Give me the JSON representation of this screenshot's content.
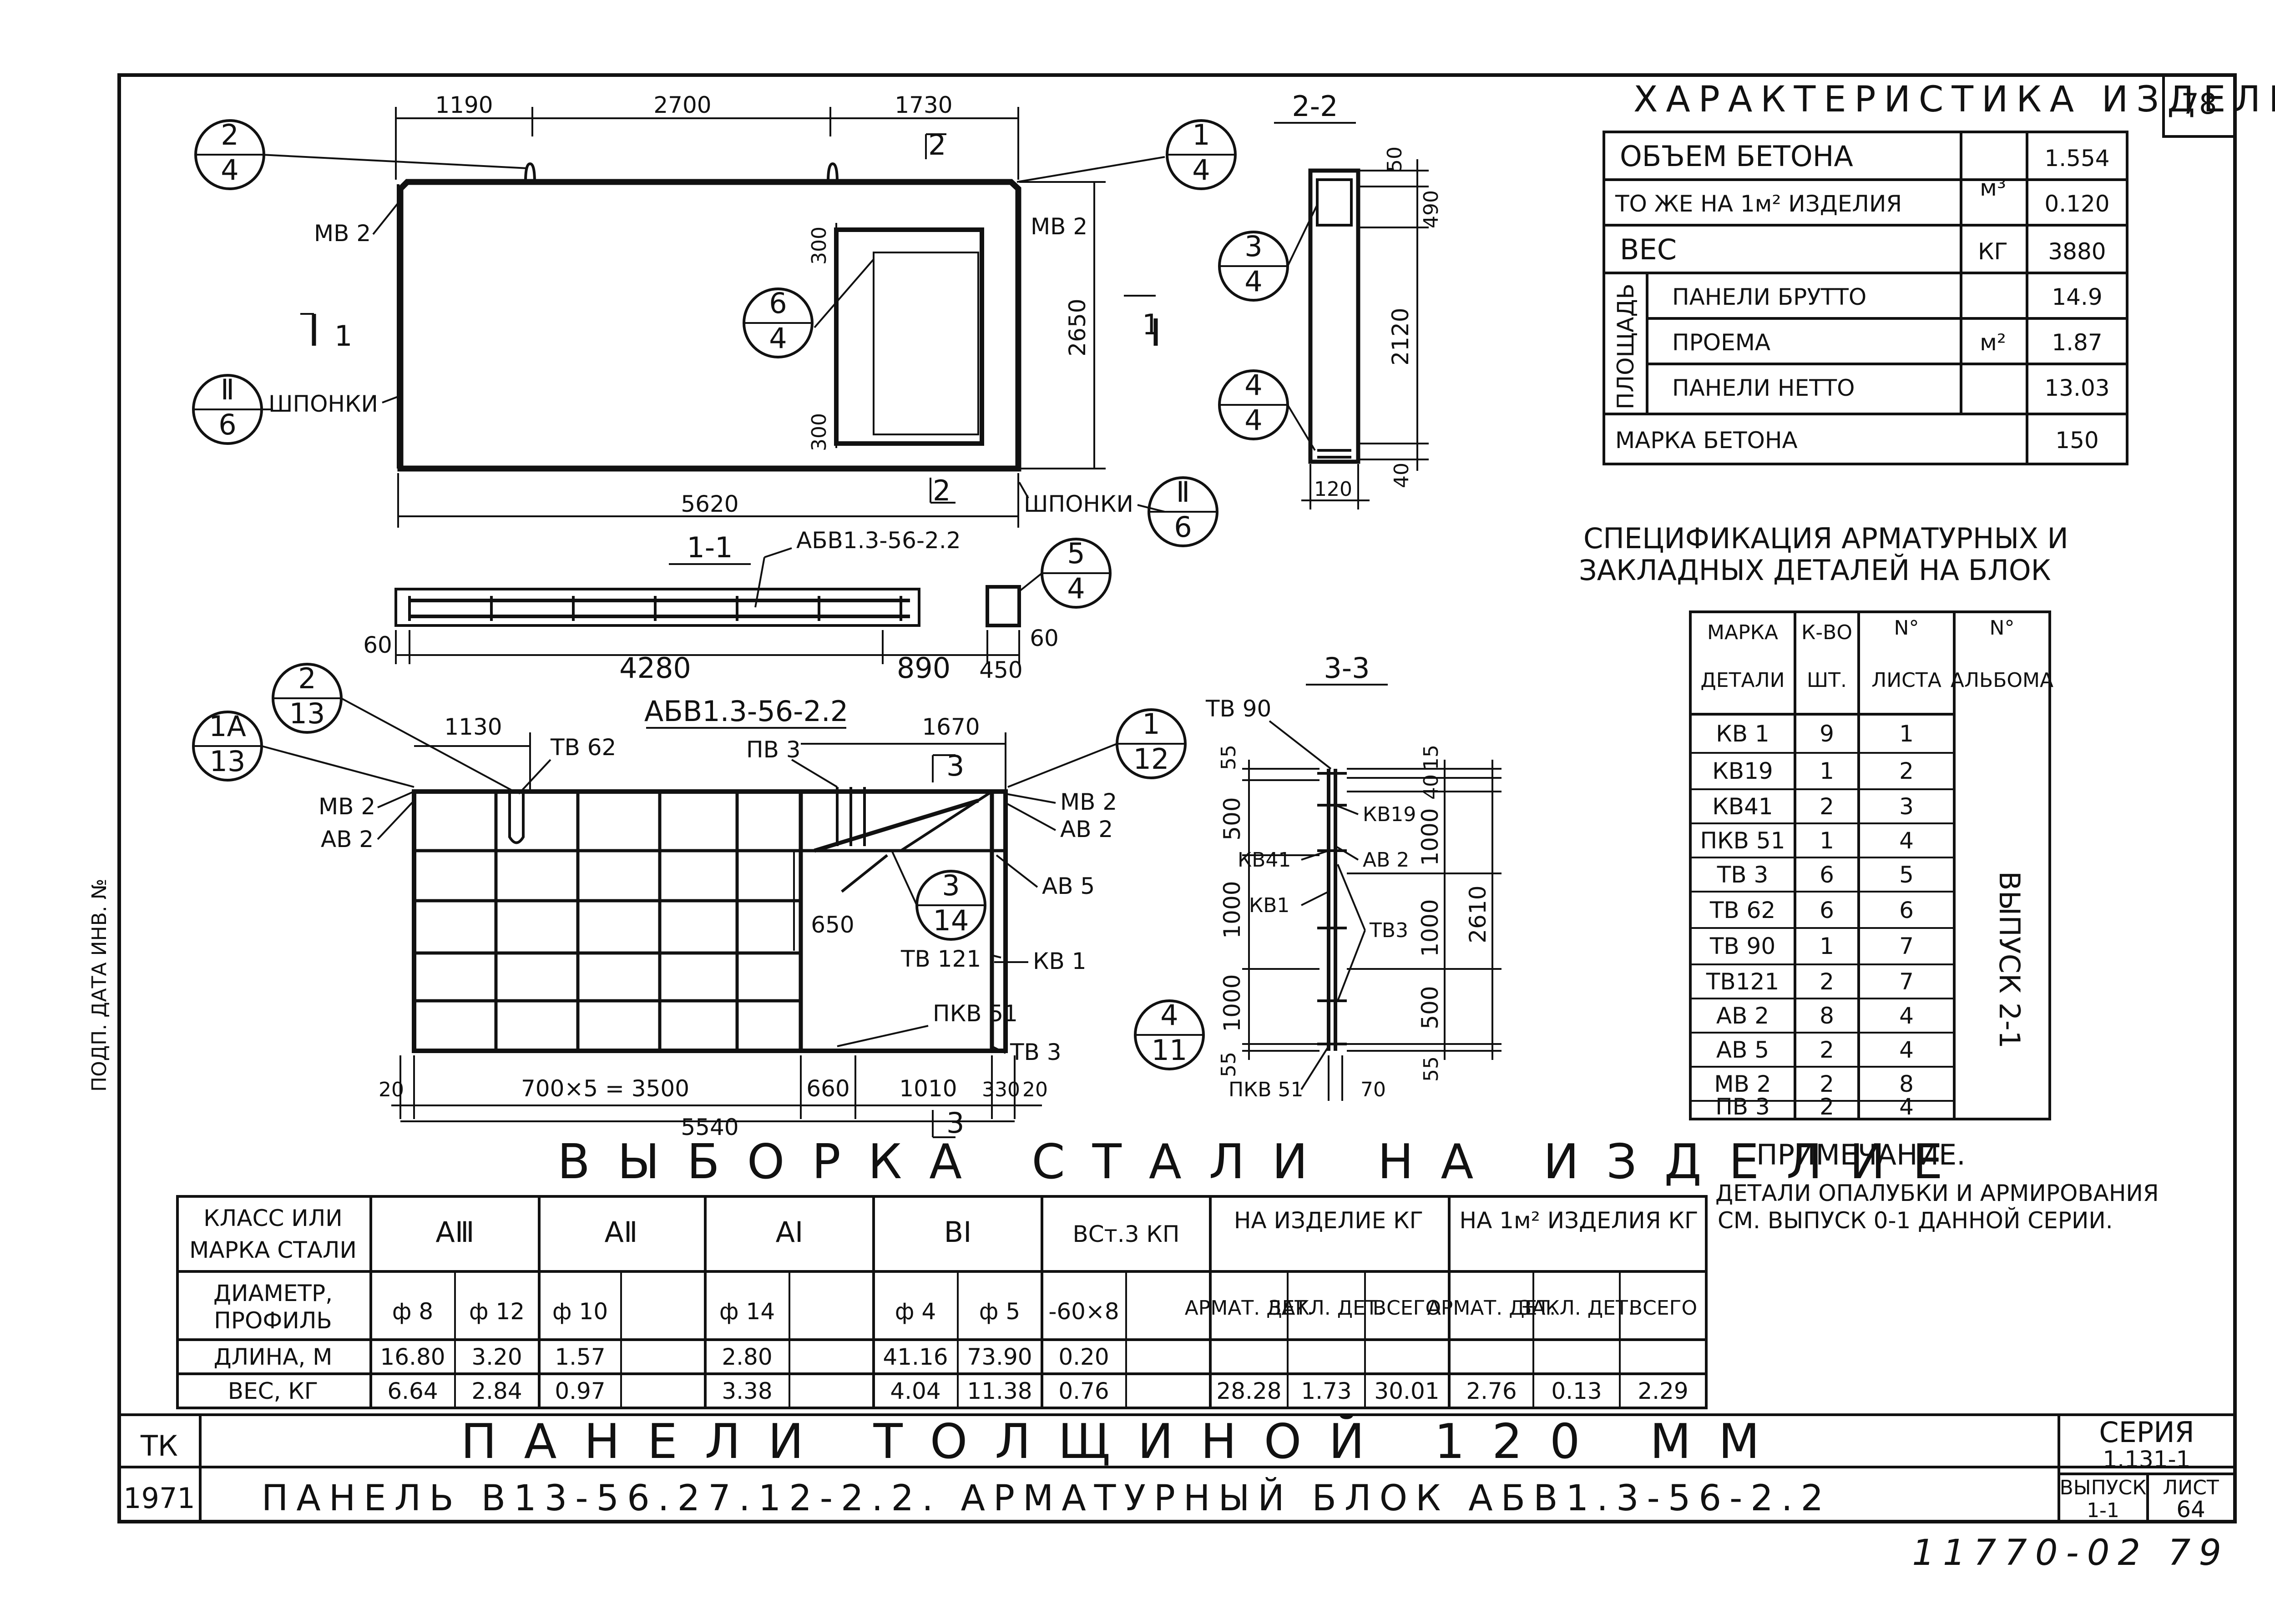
{
  "sheet": {
    "page_number": "78",
    "hand_number": "11770-02 79",
    "margin_text": "ПОДП. ДАТА ИНВ. №",
    "title_block": {
      "tk": "ТК",
      "year": "1971",
      "title_main": "ПАНЕЛИ ТОЛЩИНОЙ 120 ММ",
      "title_sub": "ПАНЕЛЬ В13-56.27.12-2.2. АРМАТУРНЫЙ БЛОК АБВ1.3-56-2.2",
      "series_label": "СЕРИЯ",
      "series_value": "1.131-1",
      "issue_label": "ВЫПУСК",
      "issue_value": "1-1",
      "sheet_label": "ЛИСТ",
      "sheet_value": "64"
    }
  },
  "characteristics": {
    "title": "ХАРАКТЕРИСТИКА ИЗДЕЛИЯ",
    "rows": [
      {
        "label": "ОБЪЕМ БЕТОНА",
        "unit": "м³",
        "value": "1.554"
      },
      {
        "label": "ТО ЖЕ НА 1м² ИЗДЕЛИЯ",
        "unit": "",
        "value": "0.120"
      },
      {
        "label": "ВЕС",
        "unit": "КГ",
        "value": "3880"
      },
      {
        "label": "ПАНЕЛИ БРУТТО",
        "unit": "",
        "value": "14.9"
      },
      {
        "label": "ПРОЕМА",
        "unit": "м²",
        "value": "1.87"
      },
      {
        "label": "ПАНЕЛИ НЕТТО",
        "unit": "",
        "value": "13.03"
      },
      {
        "label": "МАРКА БЕТОНА",
        "unit": "",
        "value": "150"
      }
    ],
    "area_group_label": "ПЛОЩАДЬ"
  },
  "spec": {
    "title_line1": "СПЕЦИФИКАЦИЯ АРМАТУРНЫХ И",
    "title_line2": "ЗАКЛАДНЫХ ДЕТАЛЕЙ НА БЛОК",
    "headers": {
      "mark1": "МАРКА",
      "mark2": "ДЕТАЛИ",
      "qty1": "К-ВО",
      "qty2": "ШТ.",
      "sheet1": "N°",
      "sheet2": "ЛИСТА",
      "album1": "N°",
      "album2": "АЛЬБОМА"
    },
    "album_value": "ВЫПУСК 2-1",
    "rows": [
      {
        "mark": "КВ 1",
        "qty": "9",
        "sheet": "1"
      },
      {
        "mark": "КВ19",
        "qty": "1",
        "sheet": "2"
      },
      {
        "mark": "КВ41",
        "qty": "2",
        "sheet": "3"
      },
      {
        "mark": "ПКВ 51",
        "qty": "1",
        "sheet": "4"
      },
      {
        "mark": "ТВ 3",
        "qty": "6",
        "sheet": "5"
      },
      {
        "mark": "ТВ 62",
        "qty": "6",
        "sheet": "6"
      },
      {
        "mark": "ТВ 90",
        "qty": "1",
        "sheet": "7"
      },
      {
        "mark": "ТВ121",
        "qty": "2",
        "sheet": "7"
      },
      {
        "mark": "АВ 2",
        "qty": "8",
        "sheet": "4"
      },
      {
        "mark": "АВ 5",
        "qty": "2",
        "sheet": "4"
      },
      {
        "mark": "МВ 2",
        "qty": "2",
        "sheet": "8"
      },
      {
        "mark": "ПВ 3",
        "qty": "2",
        "sheet": "4"
      }
    ]
  },
  "note": {
    "title": "ПРИМЕЧАНИЕ.",
    "line1": "ДЕТАЛИ ОПАЛУБКИ И АРМИРОВАНИЯ",
    "line2": "СМ. ВЫПУСК 0-1 ДАННОЙ СЕРИИ."
  },
  "steel": {
    "title": "ВЫБОРКА СТАЛИ НА ИЗДЕЛИЕ",
    "class_label1": "КЛАСС ИЛИ",
    "class_label2": "МАРКА СТАЛИ",
    "dia_label1": "ДИАМЕТР,",
    "dia_label2": "ПРОФИЛЬ",
    "len_label": "ДЛИНА, М",
    "wt_label": "ВЕС, КГ",
    "classes": [
      "АⅢ",
      "АⅡ",
      "АⅠ",
      "ВⅠ",
      "ВСт.3 КП"
    ],
    "per_item": "НА ИЗДЕЛИЕ КГ",
    "per_m2": "НА 1м² ИЗДЕЛИЯ КГ",
    "sub": {
      "armat": "АРМАТ. ДЕТ.",
      "zakl": "ЗАКЛ. ДЕТ.",
      "total": "ВСЕГО"
    },
    "diam": [
      "ф 8",
      "ф 12",
      "ф 10",
      "",
      "ф 14",
      "",
      "ф 4",
      "ф 5",
      "-60×8",
      ""
    ],
    "lengths": [
      "16.80",
      "3.20",
      "1.57",
      "",
      "2.80",
      "",
      "41.16",
      "73.90",
      "0.20",
      ""
    ],
    "weights": [
      "6.64",
      "2.84",
      "0.97",
      "",
      "3.38",
      "",
      "4.04",
      "11.38",
      "0.76",
      ""
    ],
    "totals_item": [
      "28.28",
      "1.73",
      "30.01"
    ],
    "totals_m2": [
      "2.76",
      "0.13",
      "2.29"
    ]
  },
  "elevation": {
    "dim_top": [
      "1190",
      "2700",
      "1730"
    ],
    "dim_total": "5620",
    "dim_height": "2650",
    "dim_opening": [
      "300",
      "300"
    ],
    "labels": {
      "mb2_left": "МВ 2",
      "mb2_right": "МВ 2",
      "shponki_left": "ШПОНКИ",
      "shponki_right": "ШПОНКИ",
      "cut1": "1",
      "cut1b": "1",
      "cut2": "2",
      "cut2b": "2"
    },
    "bubbles": [
      {
        "top": "2",
        "bottom": "4"
      },
      {
        "top": "1",
        "bottom": "4"
      },
      {
        "top": "6",
        "bottom": "4"
      },
      {
        "top": "Ⅱ",
        "bottom": "6"
      },
      {
        "top": "Ⅱ",
        "bottom": "6"
      }
    ]
  },
  "section11": {
    "title": "1-1",
    "label": "АБВ1.3-56-2.2",
    "dims": [
      "60",
      "4280",
      "890",
      "450",
      "60"
    ],
    "bubble": {
      "top": "5",
      "bottom": "4"
    }
  },
  "section22": {
    "title": "2-2",
    "dims": [
      "50",
      "490",
      "2120",
      "40",
      "120"
    ],
    "bubbles": [
      {
        "top": "3",
        "bottom": "4"
      },
      {
        "top": "4",
        "bottom": "4"
      }
    ]
  },
  "block": {
    "title": "АБВ1.3-56-2.2",
    "dims_top": [
      "1130",
      "1670"
    ],
    "dims_bottom": [
      "20",
      "700×5 = 3500",
      "660",
      "1010",
      "330",
      "20"
    ],
    "dim_total": "5540",
    "dim_650": "650",
    "cut": "3",
    "labels": [
      "МВ 2",
      "АВ 2",
      "ТВ 62",
      "ПВ 3",
      "МВ 2",
      "АВ 2",
      "АВ 5",
      "ТВ 121",
      "КВ 1",
      "ПКВ 51",
      "ТВ 3"
    ],
    "bubbles": [
      {
        "top": "1А",
        "bottom": "13"
      },
      {
        "top": "2",
        "bottom": "13"
      },
      {
        "top": "1",
        "bottom": "12"
      },
      {
        "top": "3",
        "bottom": "14"
      },
      {
        "top": "4",
        "bottom": "11"
      }
    ]
  },
  "section33": {
    "title": "3-3",
    "labels": [
      "ТВ 90",
      "КВ19",
      "КВ41",
      "АВ 2",
      "КВ1",
      "ТВ3",
      "ПКВ 51"
    ],
    "dims_left": [
      "55",
      "500",
      "1000",
      "1000",
      "55"
    ],
    "dims_right": [
      "15",
      "40",
      "1000",
      "1000",
      "500",
      "55"
    ],
    "dim_total": "2610",
    "dim_70": "70"
  }
}
